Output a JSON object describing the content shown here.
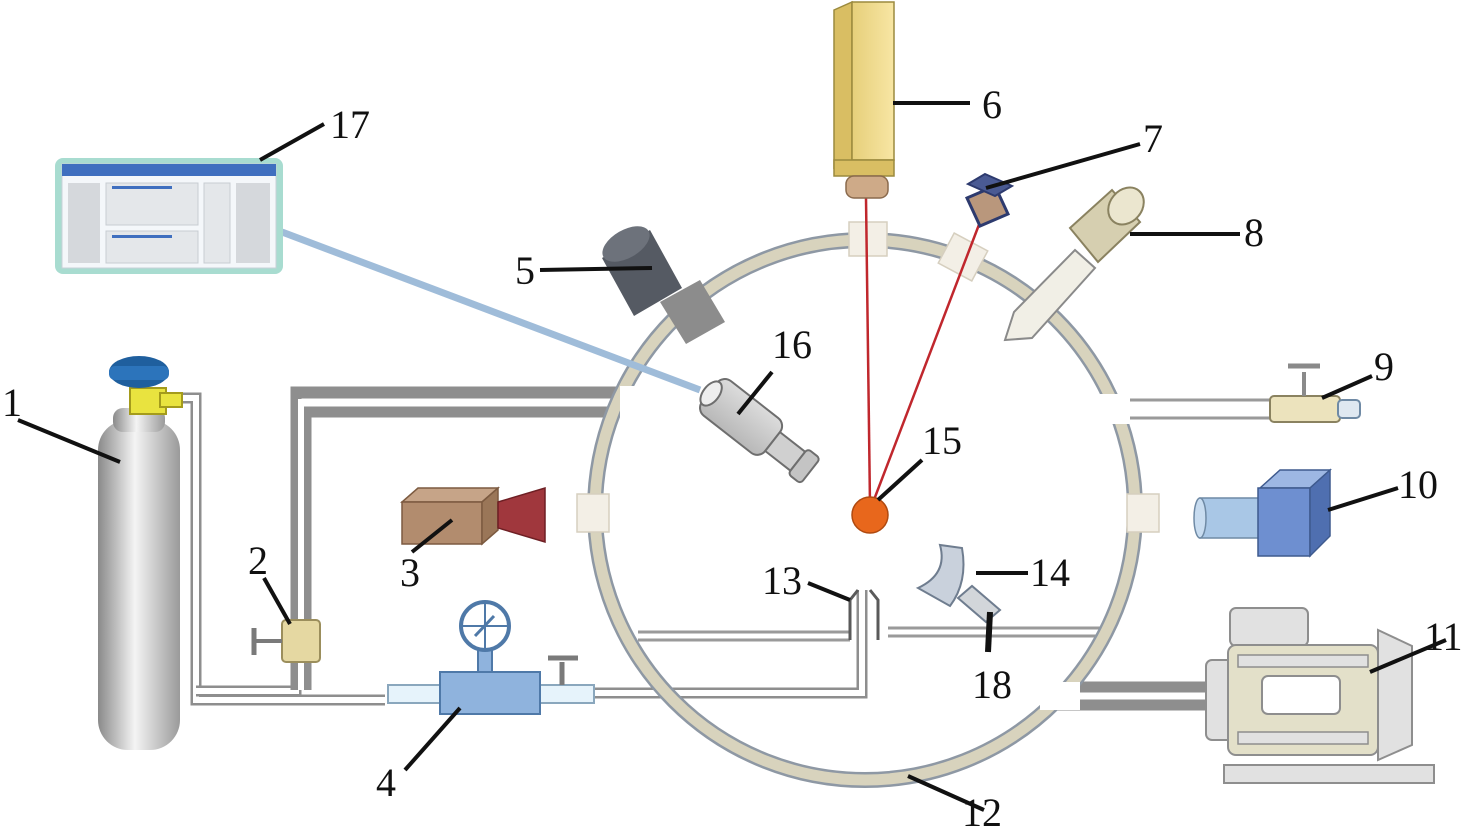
{
  "figure": {
    "labels": {
      "l1": "1",
      "l2": "2",
      "l3": "3",
      "l4": "4",
      "l5": "5",
      "l6": "6",
      "l7": "7",
      "l8": "8",
      "l9": "9",
      "l10": "10",
      "l11": "11",
      "l12": "12",
      "l13": "13",
      "l14": "14",
      "l15": "15",
      "l16": "16",
      "l17": "17",
      "l18": "18"
    }
  },
  "colors": {
    "chamber_wall": "#d8d3bd",
    "chamber_outline": "#8e98a4",
    "laser_beam": "#c0272d",
    "target_sample": "#e8671c",
    "fiber_link": "#9fbcd9",
    "gas_cylinder": "#b8b8b8",
    "cylinder_cap": "#1f5f9e",
    "monitor_frame": "#a8dcd0"
  },
  "icons": {
    "c1": "gas-cylinder-icon",
    "c2": "needle-valve-icon",
    "c3": "camera-icon",
    "c4": "flow-controller-with-gauge-icon",
    "c5": "lens-icon",
    "c6": "laser-source-icon",
    "c7": "sensor-head-icon",
    "c8": "probe-icon",
    "c9": "vent-valve-icon",
    "c10": "detector-icon",
    "c11": "vacuum-pump-icon",
    "c12": "vacuum-chamber-icon",
    "c13": "gas-nozzle-icon",
    "c14": "collector-icon",
    "c15": "target-sample-icon",
    "c16": "spectrometer-probe-icon",
    "c17": "computer-screen-icon",
    "c18": "holder-rod-icon"
  }
}
